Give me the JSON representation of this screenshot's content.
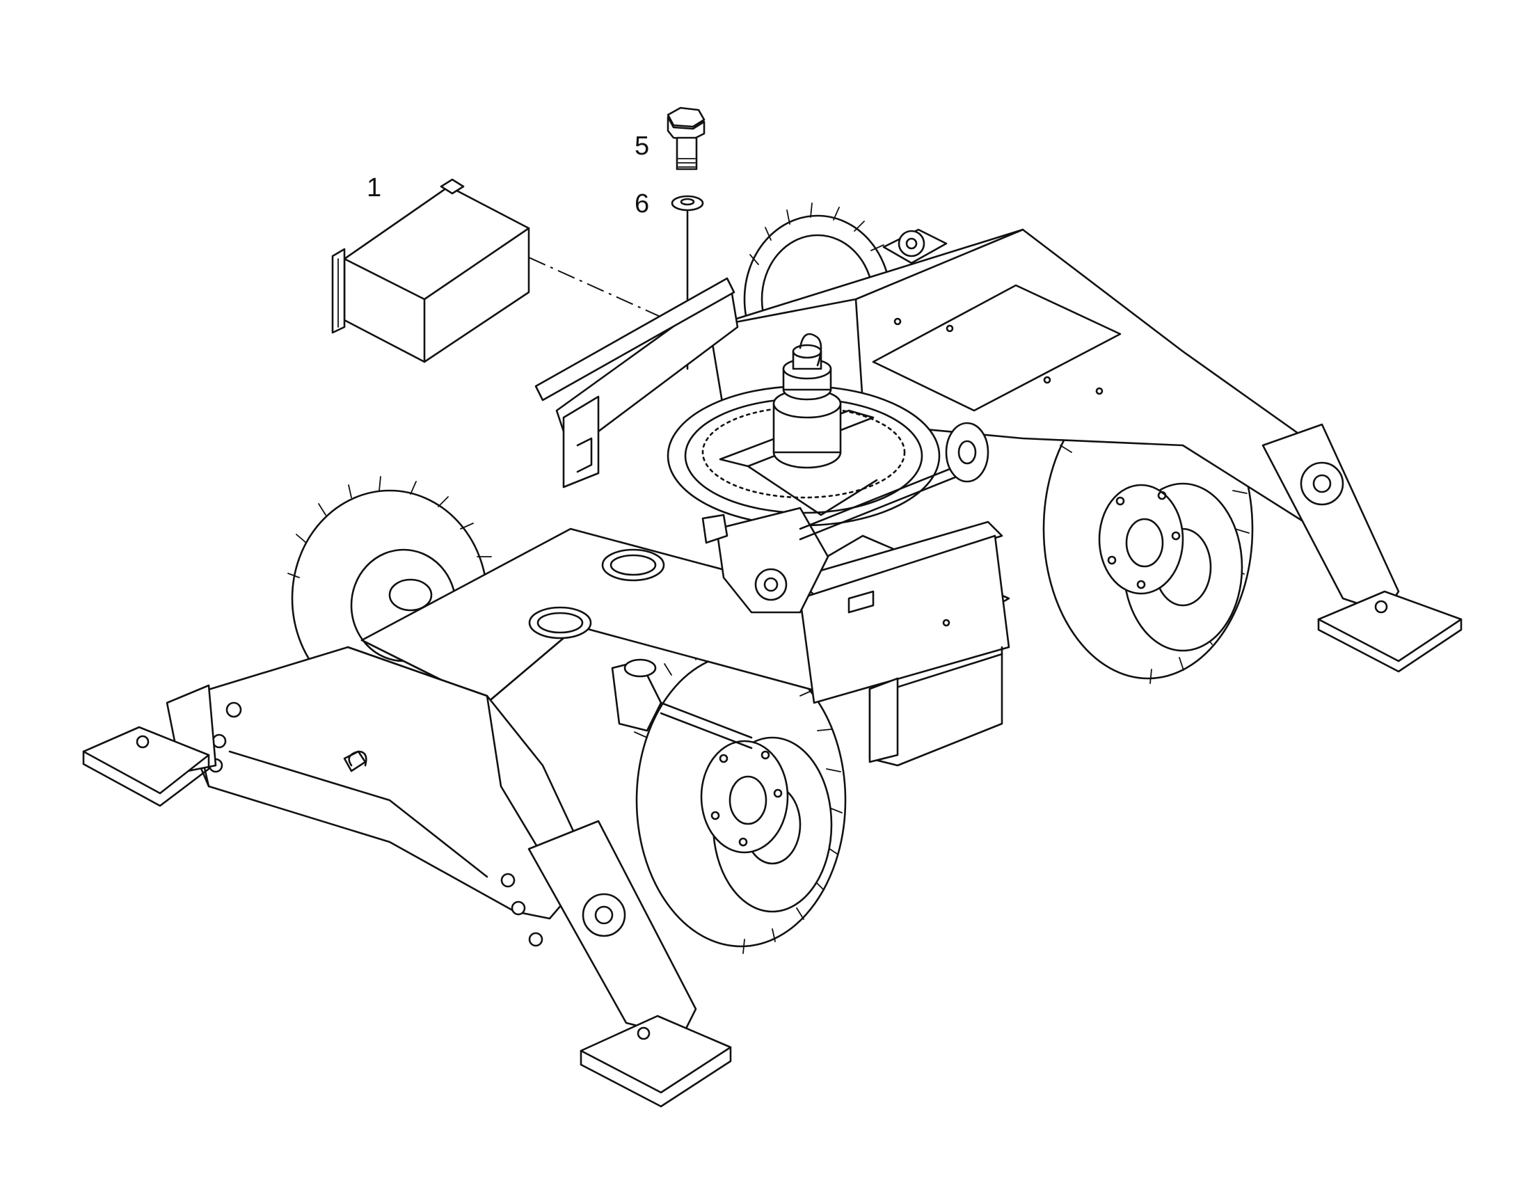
{
  "diagram": {
    "callouts": [
      {
        "id": "1",
        "text": "1"
      },
      {
        "id": "5",
        "text": "5"
      },
      {
        "id": "6",
        "text": "6"
      }
    ]
  },
  "colors": {
    "line": "#111111",
    "background": "#ffffff"
  }
}
